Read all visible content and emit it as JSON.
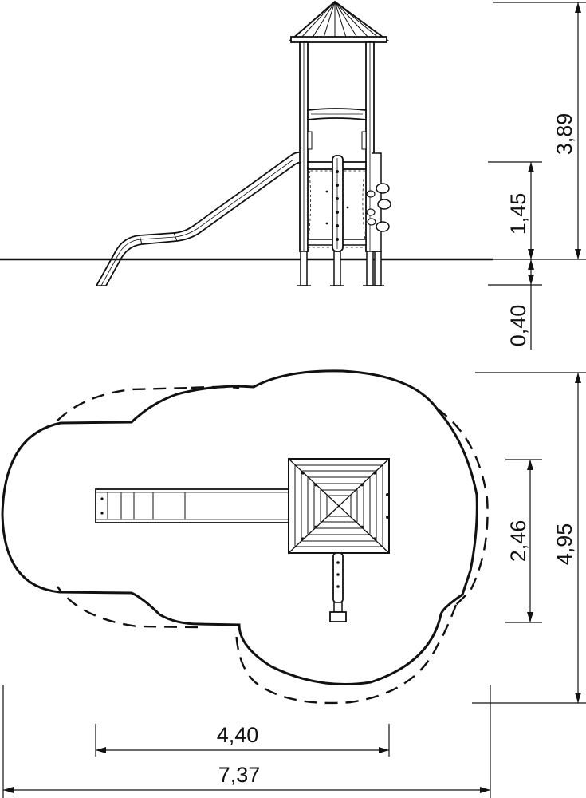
{
  "dimensions": {
    "total_height": "3,89",
    "platform_height": "1,45",
    "foundation_depth": "0,40",
    "tower_width": "2,46",
    "area_depth": "4,95",
    "equipment_length": "4,40",
    "area_length": "7,37"
  },
  "views": {
    "elevation": "side-elevation",
    "plan": "top-plan"
  },
  "colors": {
    "line": "#111111",
    "background": "#ffffff"
  }
}
